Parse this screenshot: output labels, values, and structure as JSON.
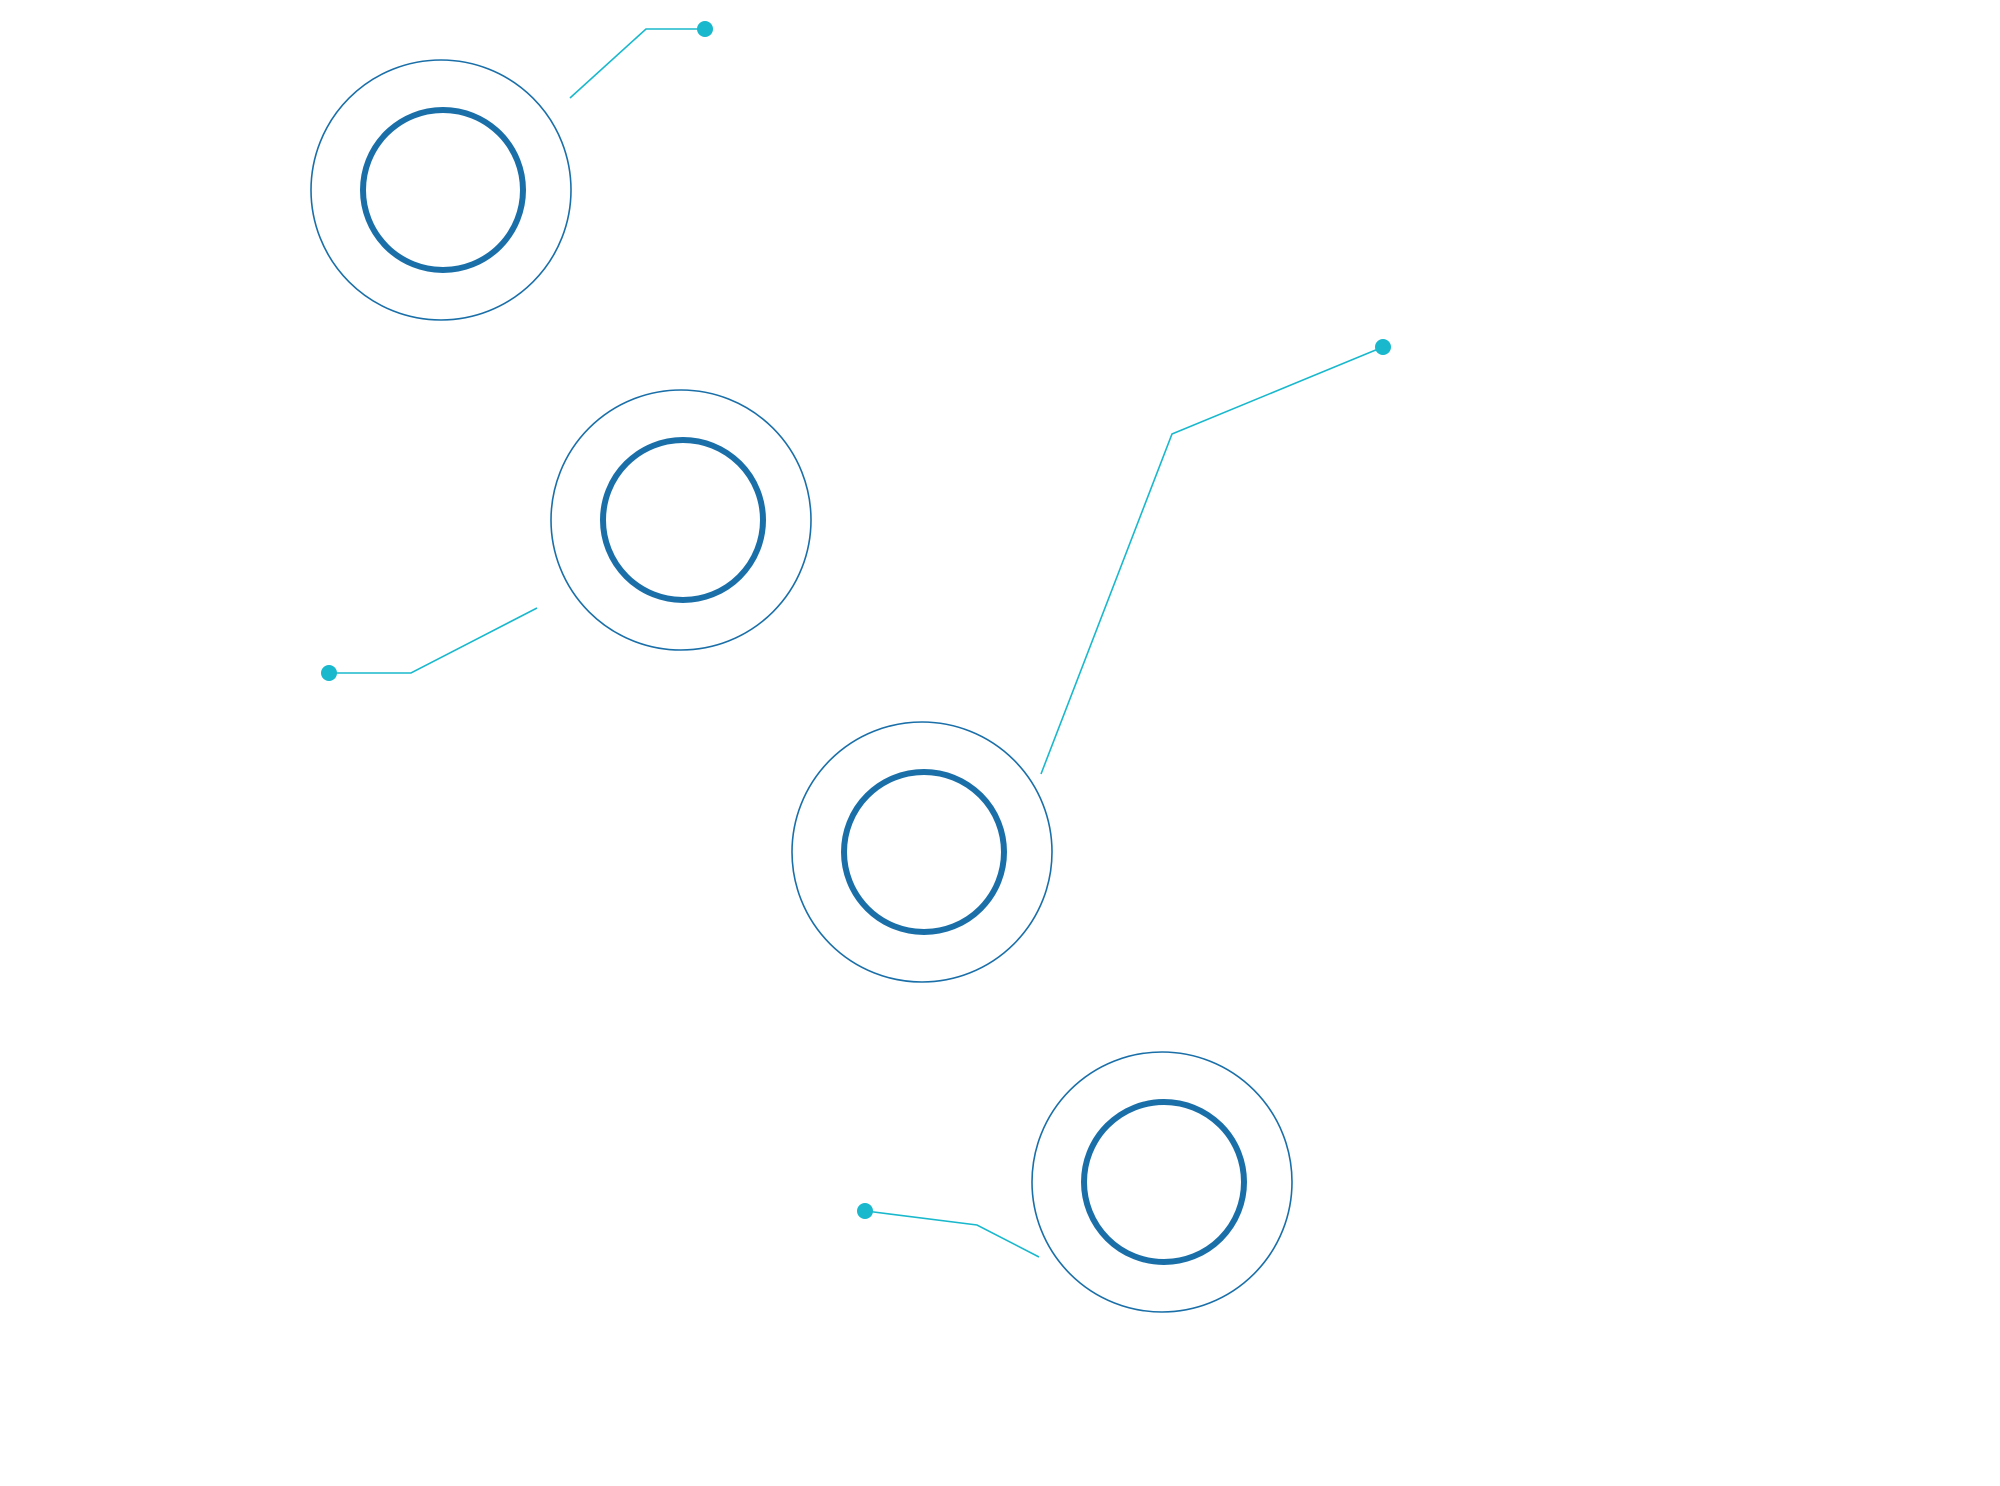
{
  "colors": {
    "background": "#ffffff",
    "ring": "#1a6fa8",
    "connector": "#19b8cc"
  },
  "nodes": [
    {
      "id": "node-1",
      "label": ""
    },
    {
      "id": "node-2",
      "label": ""
    },
    {
      "id": "node-3",
      "label": ""
    },
    {
      "id": "node-4",
      "label": ""
    }
  ]
}
